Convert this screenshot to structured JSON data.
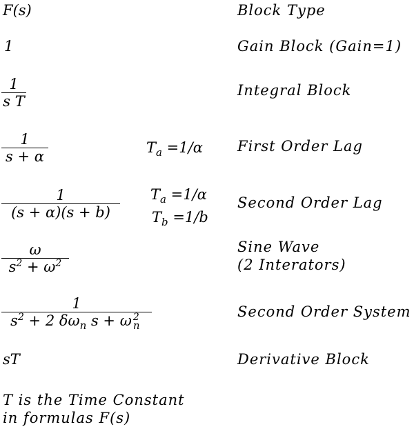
{
  "header": {
    "col1": "F(s)",
    "col2": "Block Type"
  },
  "rows": [
    {
      "formula": "1",
      "type": "Gain Block (Gain=1)"
    },
    {
      "num": "1",
      "den": "s T",
      "type": "Integral Block"
    },
    {
      "num": "1",
      "den": "s + α",
      "constant": "=1/α",
      "type": "First Order Lag"
    },
    {
      "num": "1",
      "den": "(s + α)(s + b)",
      "constant_a": "=1/α",
      "constant_b": "=1/b",
      "type": "Second Order Lag"
    },
    {
      "num": "ω",
      "den_s": "s",
      "den_mid": " + ",
      "den_w": "ω",
      "type_line1": "Sine Wave",
      "type_line2": "(2 Interators)"
    },
    {
      "num": "1",
      "den_a": " + 2 δω",
      "den_b": " s + ",
      "den_c": "ω",
      "type": "Second Order System"
    },
    {
      "formula": "sT",
      "type": "Derivative Block"
    }
  ],
  "note": {
    "line1": "T is the Time Constant",
    "line2": "in formulas F(s)"
  }
}
